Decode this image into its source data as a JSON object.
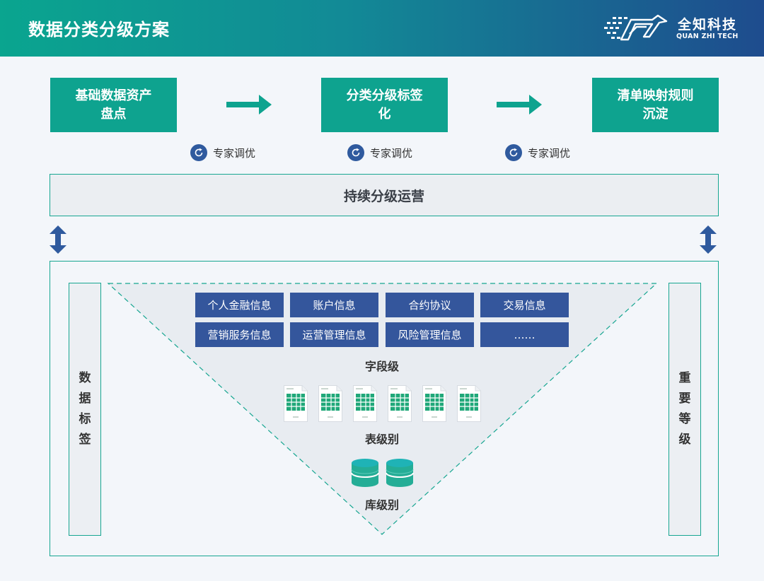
{
  "header": {
    "title": "数据分类分级方案",
    "logo_cn": "全知科技",
    "logo_en": "QUAN ZHI TECH"
  },
  "process": {
    "steps": [
      "基础数据资产盘点",
      "分类分级标签化",
      "清单映射规则沉淀"
    ],
    "expert_label": "专家调优"
  },
  "operation": {
    "label": "持续分级运营"
  },
  "levels": {
    "left_label": "数据标签",
    "right_label": "重要等级",
    "field_level": "字段级",
    "table_level": "表级别",
    "database_level": "库级别",
    "field_tags": [
      "个人金融信息",
      "账户信息",
      "合约协议",
      "交易信息",
      "营销服务信息",
      "运营管理信息",
      "风险管理信息",
      "……"
    ]
  },
  "colors": {
    "teal": "#0ea38f",
    "navy": "#34569c",
    "arrow_blue": "#2f5a9e"
  }
}
